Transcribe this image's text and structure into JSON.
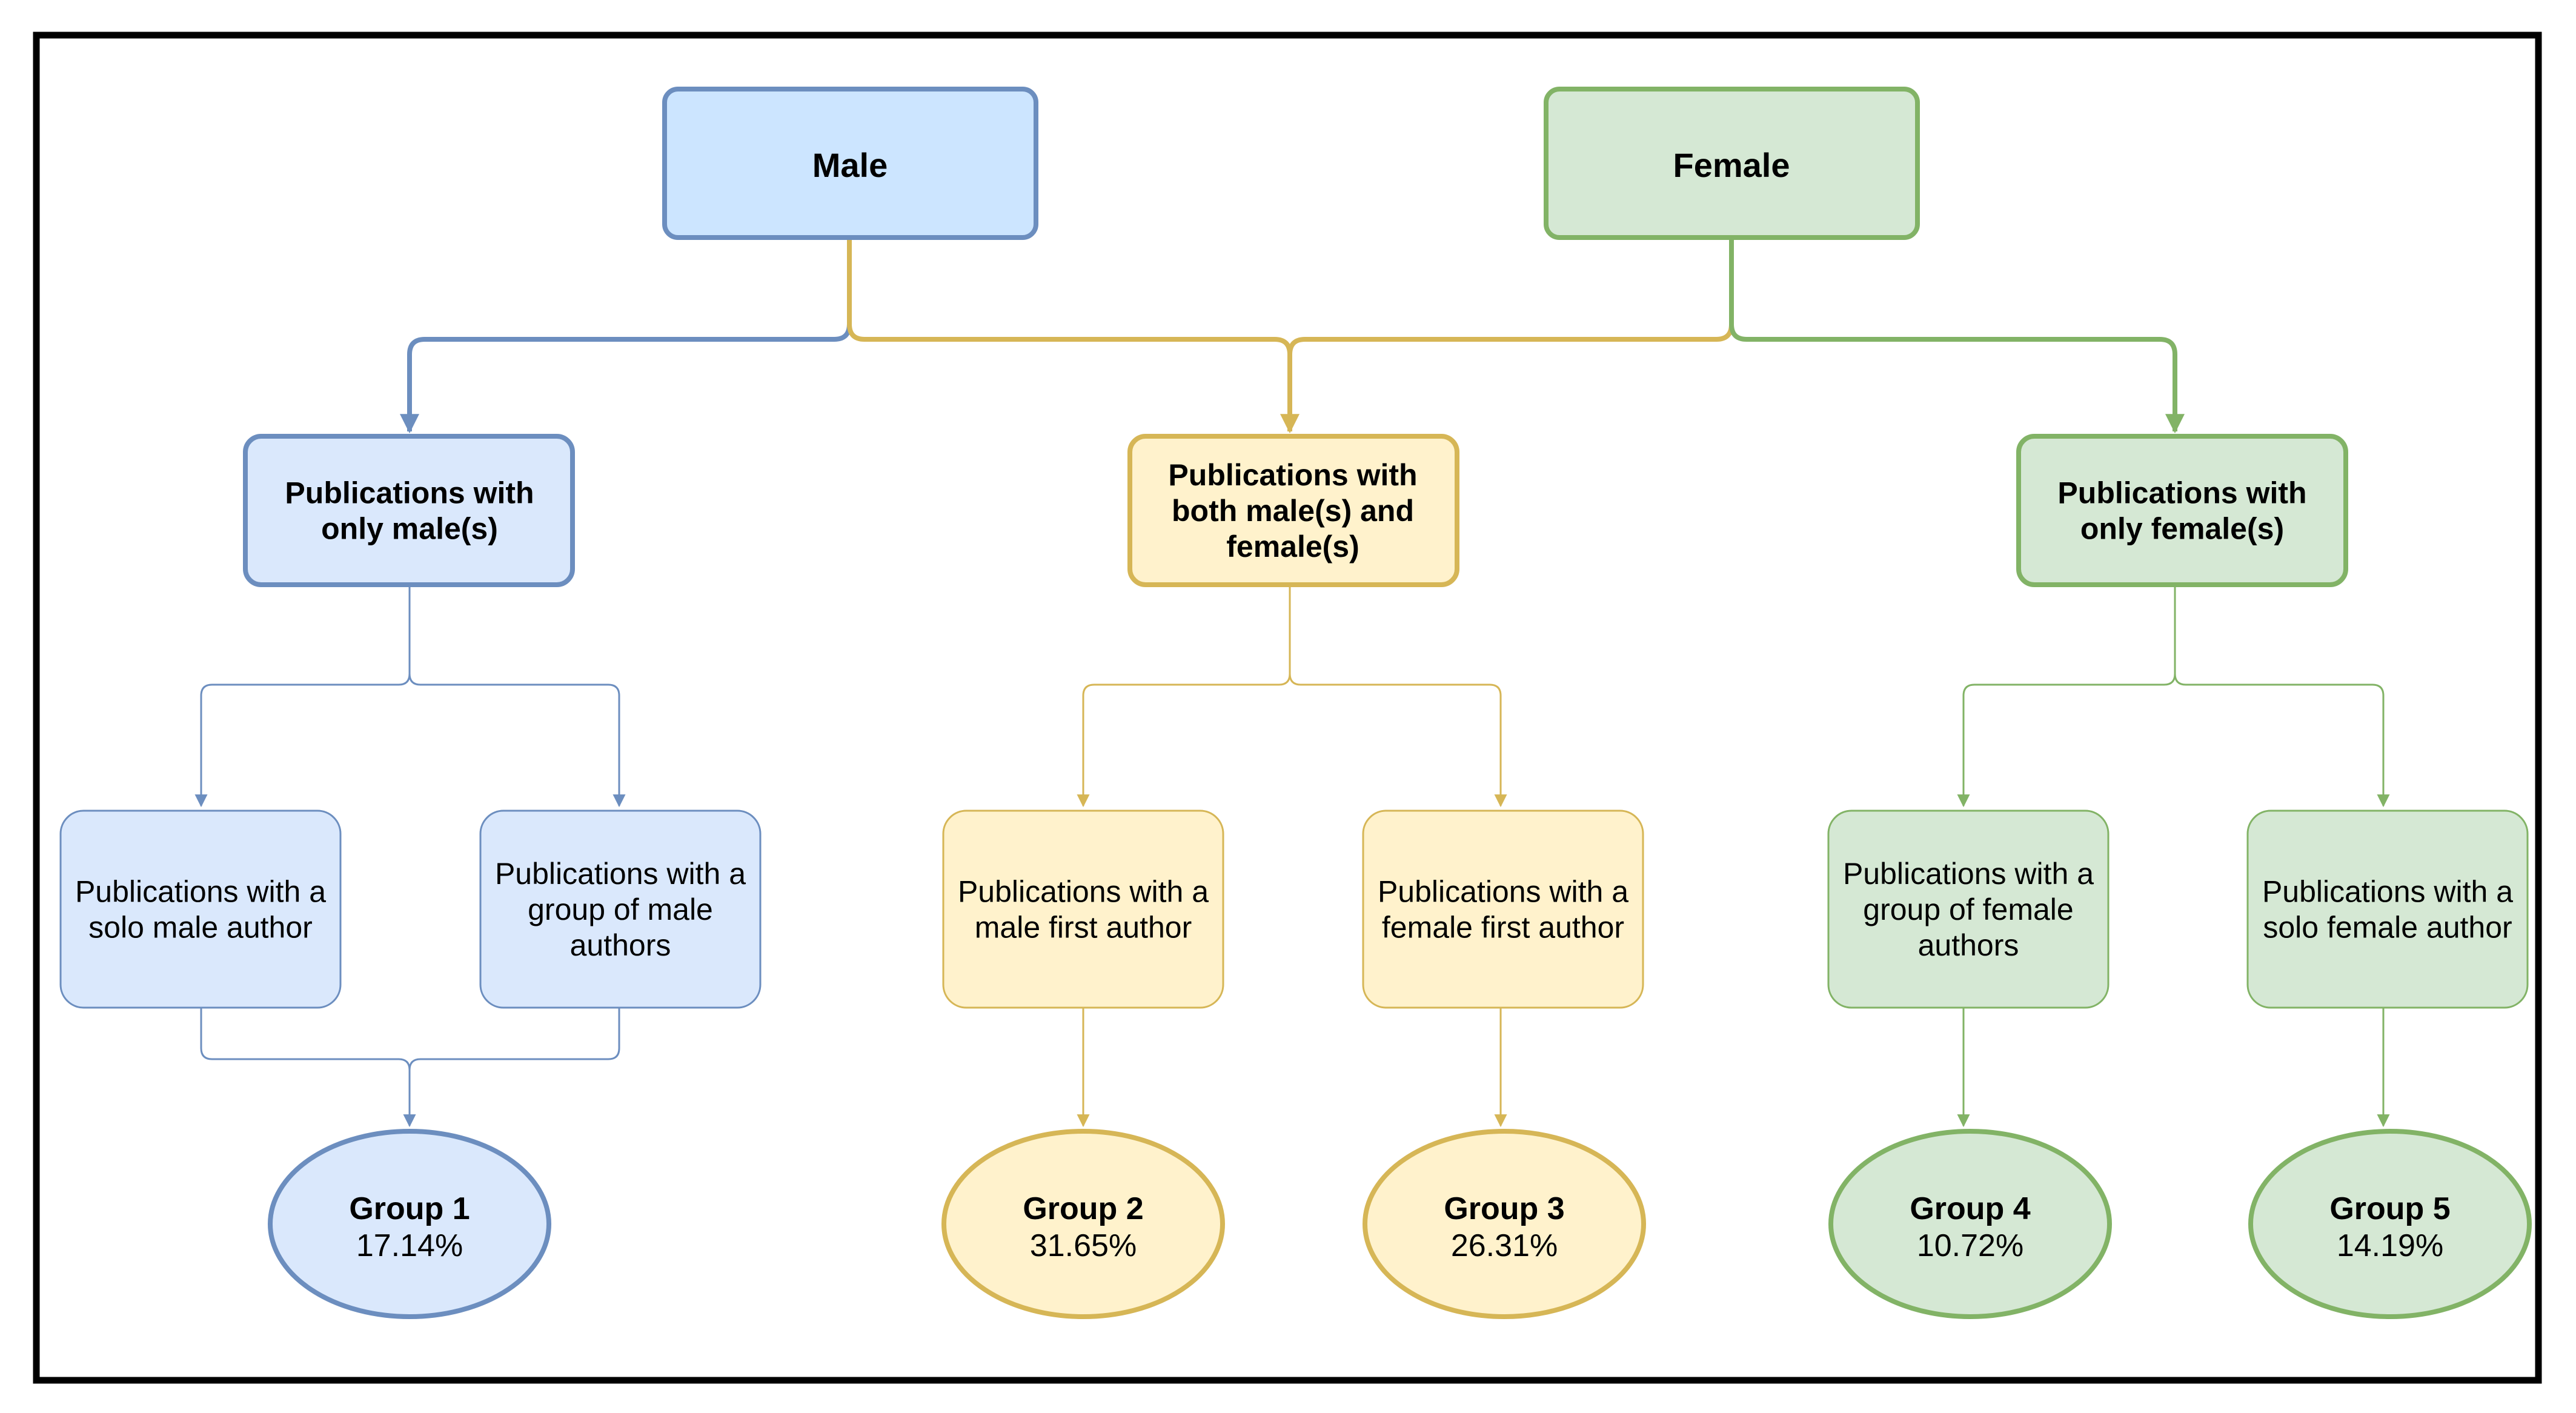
{
  "nodes": {
    "male": {
      "label": [
        "Male"
      ]
    },
    "female": {
      "label": [
        "Female"
      ]
    },
    "only_male": {
      "label": [
        "Publications with",
        "only male(s)"
      ]
    },
    "both": {
      "label": [
        "Publications with",
        "both male(s) and",
        "female(s)"
      ]
    },
    "only_female": {
      "label": [
        "Publications with",
        "only female(s)"
      ]
    },
    "solo_male": {
      "label": [
        "Publications with a",
        "solo male author"
      ]
    },
    "group_male": {
      "label": [
        "Publications with a",
        "group of male",
        "authors"
      ]
    },
    "male_first": {
      "label": [
        "Publications with a",
        "male first author"
      ]
    },
    "female_first": {
      "label": [
        "Publications with a",
        "female first author"
      ]
    },
    "group_female": {
      "label": [
        "Publications with a",
        "group of female",
        "authors"
      ]
    },
    "solo_female": {
      "label": [
        "Publications with a",
        "solo female author"
      ]
    }
  },
  "groups": [
    {
      "name": "Group 1",
      "percent": "17.14%"
    },
    {
      "name": "Group 2",
      "percent": "31.65%"
    },
    {
      "name": "Group 3",
      "percent": "26.31%"
    },
    {
      "name": "Group 4",
      "percent": "10.72%"
    },
    {
      "name": "Group 5",
      "percent": "14.19%"
    }
  ],
  "colors": {
    "blue_fill_dark": "#cce5ff",
    "blue_fill": "#dae8fc",
    "blue_stroke": "#6c8ebf",
    "yellow_fill": "#fff2cc",
    "yellow_stroke": "#d6b656",
    "green_fill": "#d5e8d4",
    "green_stroke": "#82b366",
    "frame": "#000000"
  }
}
